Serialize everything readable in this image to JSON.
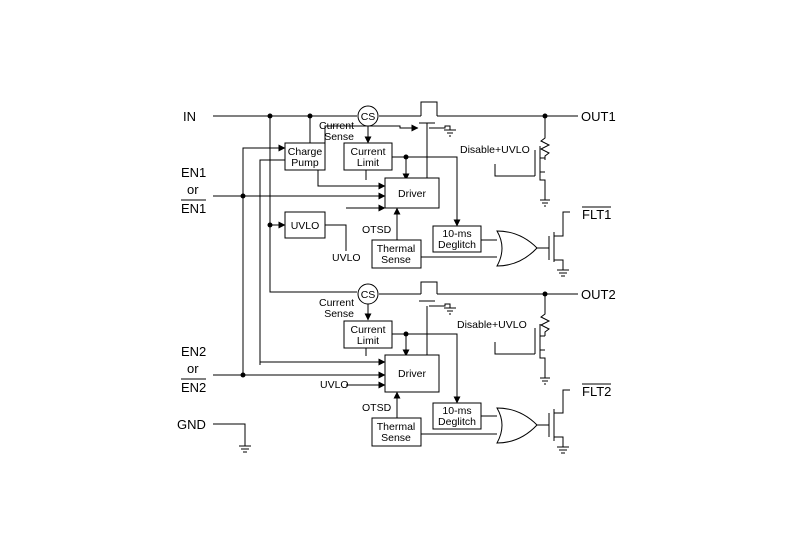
{
  "pins": {
    "in": "IN",
    "out1": "OUT1",
    "out2": "OUT2",
    "gnd": "GND",
    "en1_a": "EN1",
    "en1_or": "or",
    "en1_b": "EN1",
    "en2_a": "EN2",
    "en2_or": "or",
    "en2_b": "EN2",
    "flt1": "FLT1",
    "flt2": "FLT2"
  },
  "blocks": {
    "charge_pump": [
      "Charge",
      "Pump"
    ],
    "current_limit_1": [
      "Current",
      "Limit"
    ],
    "driver_1": "Driver",
    "uvlo_block": "UVLO",
    "thermal_1": [
      "Thermal",
      "Sense"
    ],
    "deglitch_1": [
      "10-ms",
      "Deglitch"
    ],
    "current_limit_2": [
      "Current",
      "Limit"
    ],
    "driver_2": "Driver",
    "thermal_2": [
      "Thermal",
      "Sense"
    ],
    "deglitch_2": [
      "10-ms",
      "Deglitch"
    ]
  },
  "labels": {
    "cs_1": "CS",
    "cs_2": "CS",
    "current_sense_1": [
      "Current",
      "Sense"
    ],
    "current_sense_2": [
      "Current",
      "Sense"
    ],
    "otsd_1": "OTSD",
    "otsd_2": "OTSD",
    "uvlo_out": "UVLO",
    "uvlo_in_2": "UVLO",
    "disable_uvlo_1": "Disable+UVLO",
    "disable_uvlo_2": "Disable+UVLO"
  }
}
